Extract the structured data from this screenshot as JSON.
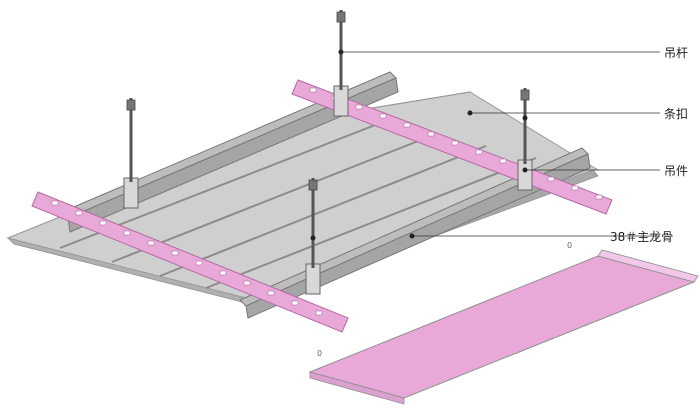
{
  "labels": {
    "hanger_rod": "吊杆",
    "strip_clip": "条扣",
    "hanger": "吊件",
    "main_keel": "38＃主龙骨",
    "mark_a": "0",
    "mark_b": "0"
  },
  "colors": {
    "panel": "#c9c9c9",
    "panel_edge": "#9b9b9b",
    "pink": "#e8a9d9",
    "rod": "#6f6f6f",
    "line": "#333333",
    "bg": "#ffffff"
  }
}
